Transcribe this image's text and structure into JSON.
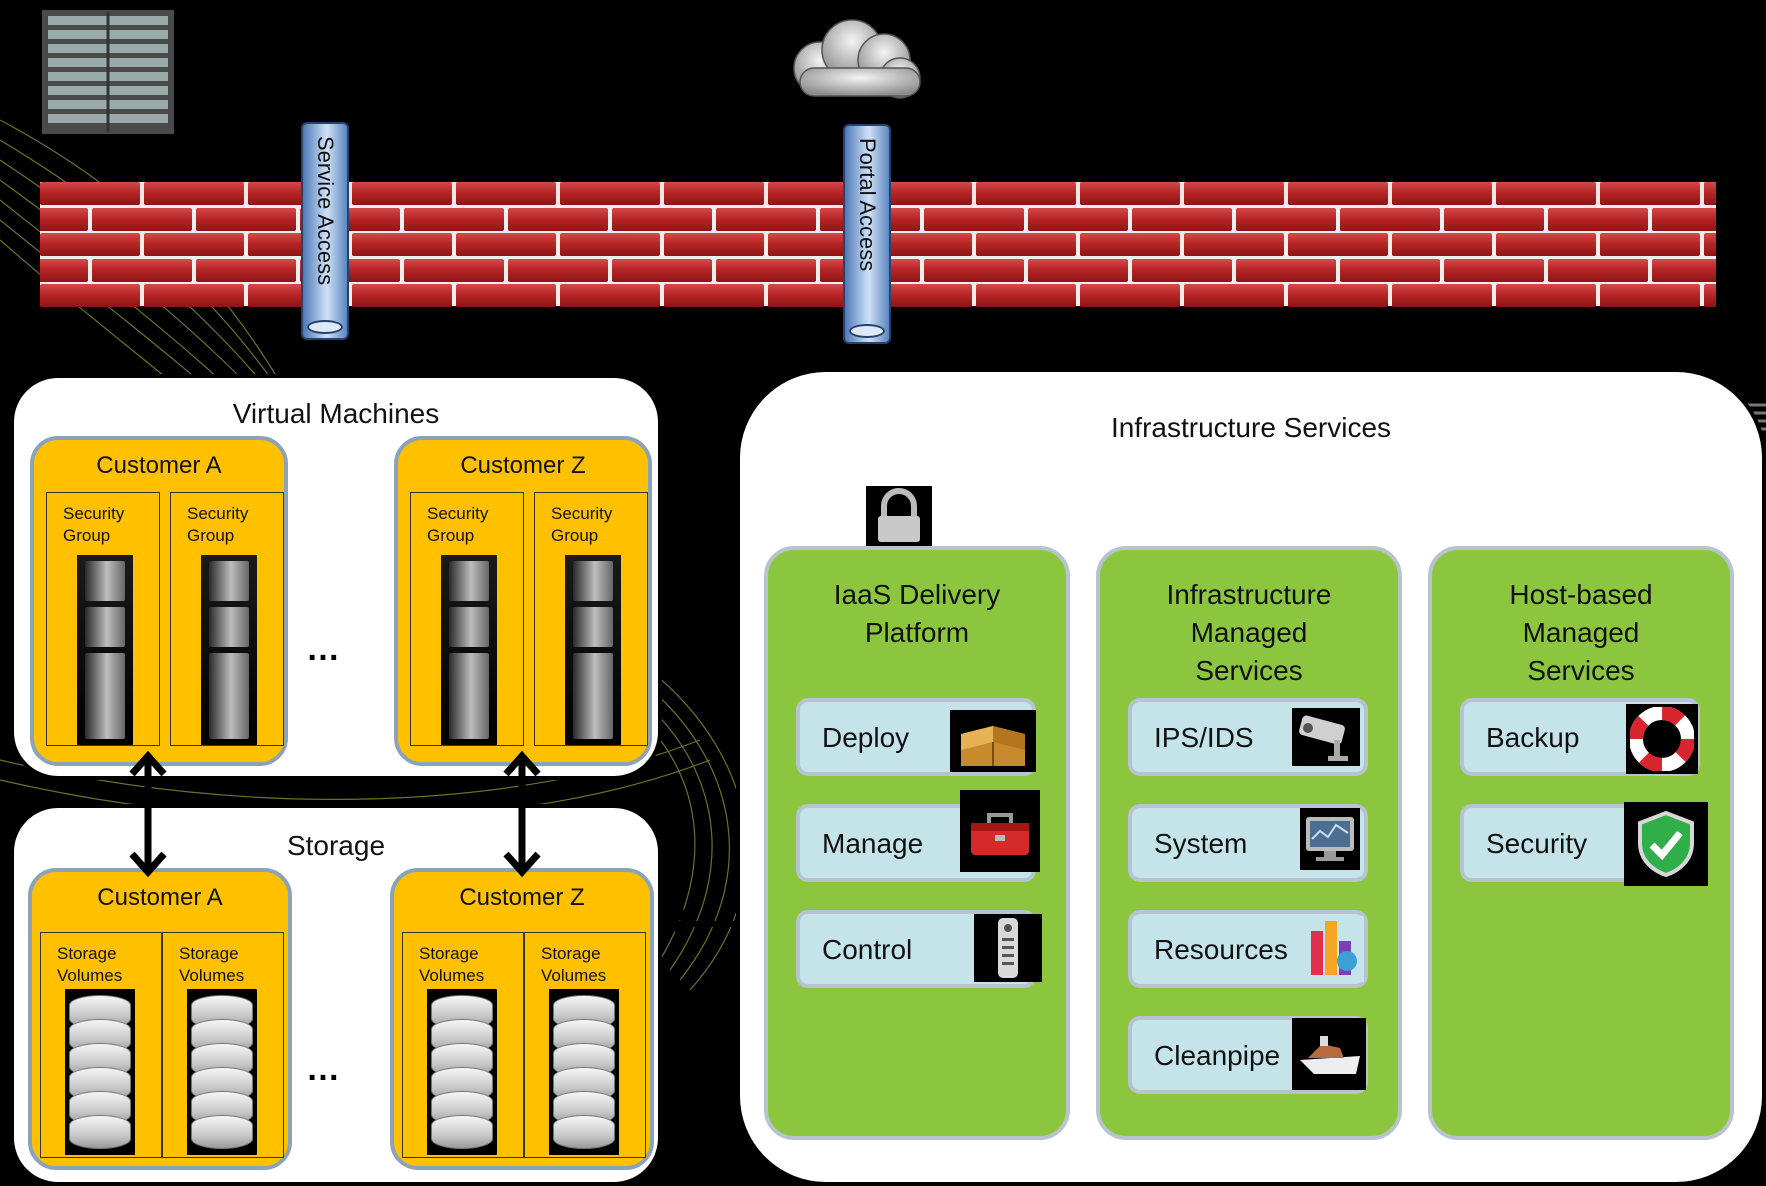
{
  "firewall": {
    "service_access": "Service Access",
    "portal_access": "Portal Access"
  },
  "vm_panel": {
    "title": "Virtual Machines",
    "customers": [
      {
        "name": "Customer A",
        "groups": [
          "Security Group",
          "Security Group"
        ]
      },
      {
        "name": "Customer Z",
        "groups": [
          "Security Group",
          "Security Group"
        ]
      }
    ],
    "ellipsis": "…"
  },
  "storage_panel": {
    "title": "Storage",
    "customers": [
      {
        "name": "Customer A",
        "volumes": [
          "Storage Volumes",
          "Storage Volumes"
        ]
      },
      {
        "name": "Customer Z",
        "volumes": [
          "Storage Volumes",
          "Storage Volumes"
        ]
      }
    ],
    "ellipsis": "…"
  },
  "infra_panel": {
    "title": "Infrastructure Services",
    "columns": [
      {
        "title_line1": "IaaS Delivery",
        "title_line2": "Platform",
        "title_line3": "",
        "items": [
          {
            "label": "Deploy",
            "icon": "box-icon"
          },
          {
            "label": "Manage",
            "icon": "toolbox-icon"
          },
          {
            "label": "Control",
            "icon": "remote-icon"
          }
        ]
      },
      {
        "title_line1": "Infrastructure",
        "title_line2": "Managed",
        "title_line3": "Services",
        "items": [
          {
            "label": "IPS/IDS",
            "icon": "camera-icon"
          },
          {
            "label": "System",
            "icon": "monitor-icon"
          },
          {
            "label": "Resources",
            "icon": "chart-icon"
          },
          {
            "label": "Cleanpipe",
            "icon": "ship-icon"
          }
        ]
      },
      {
        "title_line1": "Host-based",
        "title_line2": "Managed",
        "title_line3": "Services",
        "items": [
          {
            "label": "Backup",
            "icon": "lifebuoy-icon"
          },
          {
            "label": "Security",
            "icon": "shield-check-icon"
          }
        ]
      }
    ]
  },
  "colors": {
    "background": "#000000",
    "customer_box": "#ffc000",
    "service_column": "#8cc63f",
    "service_item": "#c5e4ea",
    "brick": "#b82626"
  }
}
